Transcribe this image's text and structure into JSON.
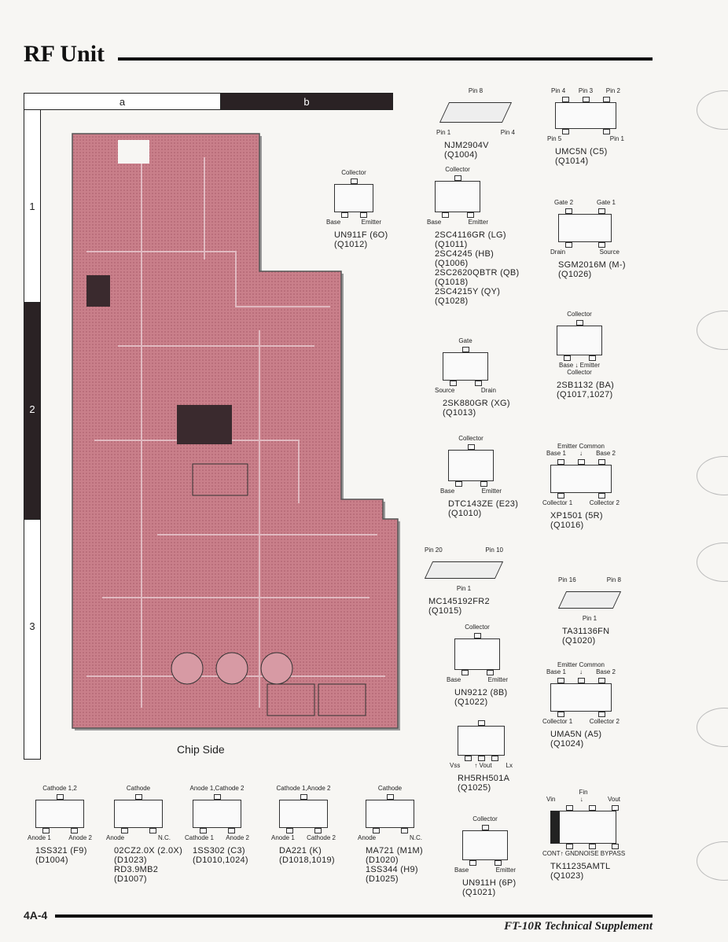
{
  "header": {
    "title": "RF Unit"
  },
  "grid": {
    "col_a": "a",
    "col_b": "b",
    "row_1": "1",
    "row_2": "2",
    "row_3": "3"
  },
  "board": {
    "label": "Chip Side",
    "color": "#c77b86"
  },
  "components": [
    {
      "top": [
        "Pin 8"
      ],
      "bottom": [
        "Pin 1",
        "Pin 4"
      ],
      "lines": [
        "NJM2904V",
        "(Q1004)"
      ]
    },
    {
      "top": [
        "Pin 4",
        "Pin 3",
        "Pin 2"
      ],
      "bottom": [
        "Pin 5",
        "Pin 1"
      ],
      "lines": [
        "UMC5N (C5)",
        "(Q1014)"
      ]
    },
    {
      "top": [
        "Collector"
      ],
      "bottom": [
        "Base",
        "Emitter"
      ],
      "lines": [
        "UN911F (6O)",
        "(Q1012)"
      ]
    },
    {
      "top": [
        "Collector"
      ],
      "bottom": [
        "Base",
        "Emitter"
      ],
      "lines": [
        "2SC4116GR (LG)",
        "(Q1011)",
        "2SC4245 (HB)",
        "(Q1006)",
        "2SC2620QBTR (QB)",
        "(Q1018)",
        "2SC4215Y (QY)",
        "(Q1028)"
      ]
    },
    {
      "top": [
        "Gate 2",
        "Gate 1"
      ],
      "bottom": [
        "Drain",
        "Source"
      ],
      "lines": [
        "SGM2016M (M-)",
        "(Q1026)"
      ]
    },
    {
      "top": [
        "Collector"
      ],
      "bottom": [
        "Base ↓ Emitter"
      ],
      "bottom2": "Collector",
      "lines": [
        "2SB1132 (BA)",
        "(Q1017,1027)"
      ]
    },
    {
      "top": [
        "Gate"
      ],
      "bottom": [
        "Source",
        "Drain"
      ],
      "lines": [
        "2SK880GR (XG)",
        "(Q1013)"
      ]
    },
    {
      "top": [
        "Collector"
      ],
      "bottom": [
        "Base",
        "Emitter"
      ],
      "lines": [
        "DTC143ZE (E23)",
        "(Q1010)"
      ]
    },
    {
      "top0": "Emitter Common",
      "top": [
        "Base 1",
        "↓",
        "Base 2"
      ],
      "bottom": [
        "Collector 1",
        "Collector 2"
      ],
      "lines": [
        "XP1501 (5R)",
        "(Q1016)"
      ]
    },
    {
      "top": [
        "Pin 20",
        "Pin 10"
      ],
      "bottom": [
        "Pin 1"
      ],
      "lines": [
        "MC145192FR2",
        "(Q1015)"
      ]
    },
    {
      "top": [
        "Pin 16",
        "Pin 8"
      ],
      "bottom": [
        "Pin 1"
      ],
      "lines": [
        "TA31136FN",
        "(Q1020)"
      ]
    },
    {
      "top": [
        "Collector"
      ],
      "bottom": [
        "Base",
        "Emitter"
      ],
      "lines": [
        "UN9212 (8B)",
        "(Q1022)"
      ]
    },
    {
      "top0": "Emitter Common",
      "top": [
        "Base 1",
        "↓",
        "Base 2"
      ],
      "bottom": [
        "Collector 1",
        "Collector 2"
      ],
      "lines": [
        "UMA5N (A5)",
        "(Q1024)"
      ]
    },
    {
      "top": [
        ""
      ],
      "bottom": [
        "Vss",
        "↑ Vout",
        "Lx"
      ],
      "lines": [
        "RH5RH501A",
        "(Q1025)"
      ]
    },
    {
      "top": [
        "Collector"
      ],
      "bottom": [
        "Base",
        "Emitter"
      ],
      "lines": [
        "UN911H (6P)",
        "(Q1021)"
      ]
    },
    {
      "top0": "Fin",
      "top": [
        "Vin",
        "↓",
        "Vout"
      ],
      "bottom": [
        "CONT",
        "↑ GND",
        "NOISE BYPASS"
      ],
      "lines": [
        "TK11235AMTL",
        "(Q1023)"
      ]
    },
    {
      "top": [
        "Cathode 1,2"
      ],
      "bottom": [
        "Anode 1",
        "Anode 2"
      ],
      "lines": [
        "1SS321 (F9)",
        "(D1004)"
      ]
    },
    {
      "top": [
        "Cathode"
      ],
      "bottom": [
        "Anode",
        "N.C."
      ],
      "lines": [
        "02CZ2.0X (2.0X)",
        "(D1023)",
        "RD3.9MB2",
        "(D1007)"
      ]
    },
    {
      "top": [
        "Anode 1,Cathode 2"
      ],
      "bottom": [
        "Cathode 1",
        "Anode 2"
      ],
      "lines": [
        "1SS302 (C3)",
        "(D1010,1024)"
      ]
    },
    {
      "top": [
        "Cathode 1,Anode 2"
      ],
      "bottom": [
        "Anode 1",
        "Cathode 2"
      ],
      "lines": [
        "DA221 (K)",
        "(D1018,1019)"
      ]
    },
    {
      "top": [
        "Cathode"
      ],
      "bottom": [
        "Anode",
        "N.C."
      ],
      "lines": [
        "MA721 (M1M)",
        "(D1020)",
        "1SS344 (H9)",
        "(D1025)"
      ]
    }
  ],
  "footer": {
    "page": "4A-4",
    "doc": "FT-10R Technical Supplement"
  }
}
